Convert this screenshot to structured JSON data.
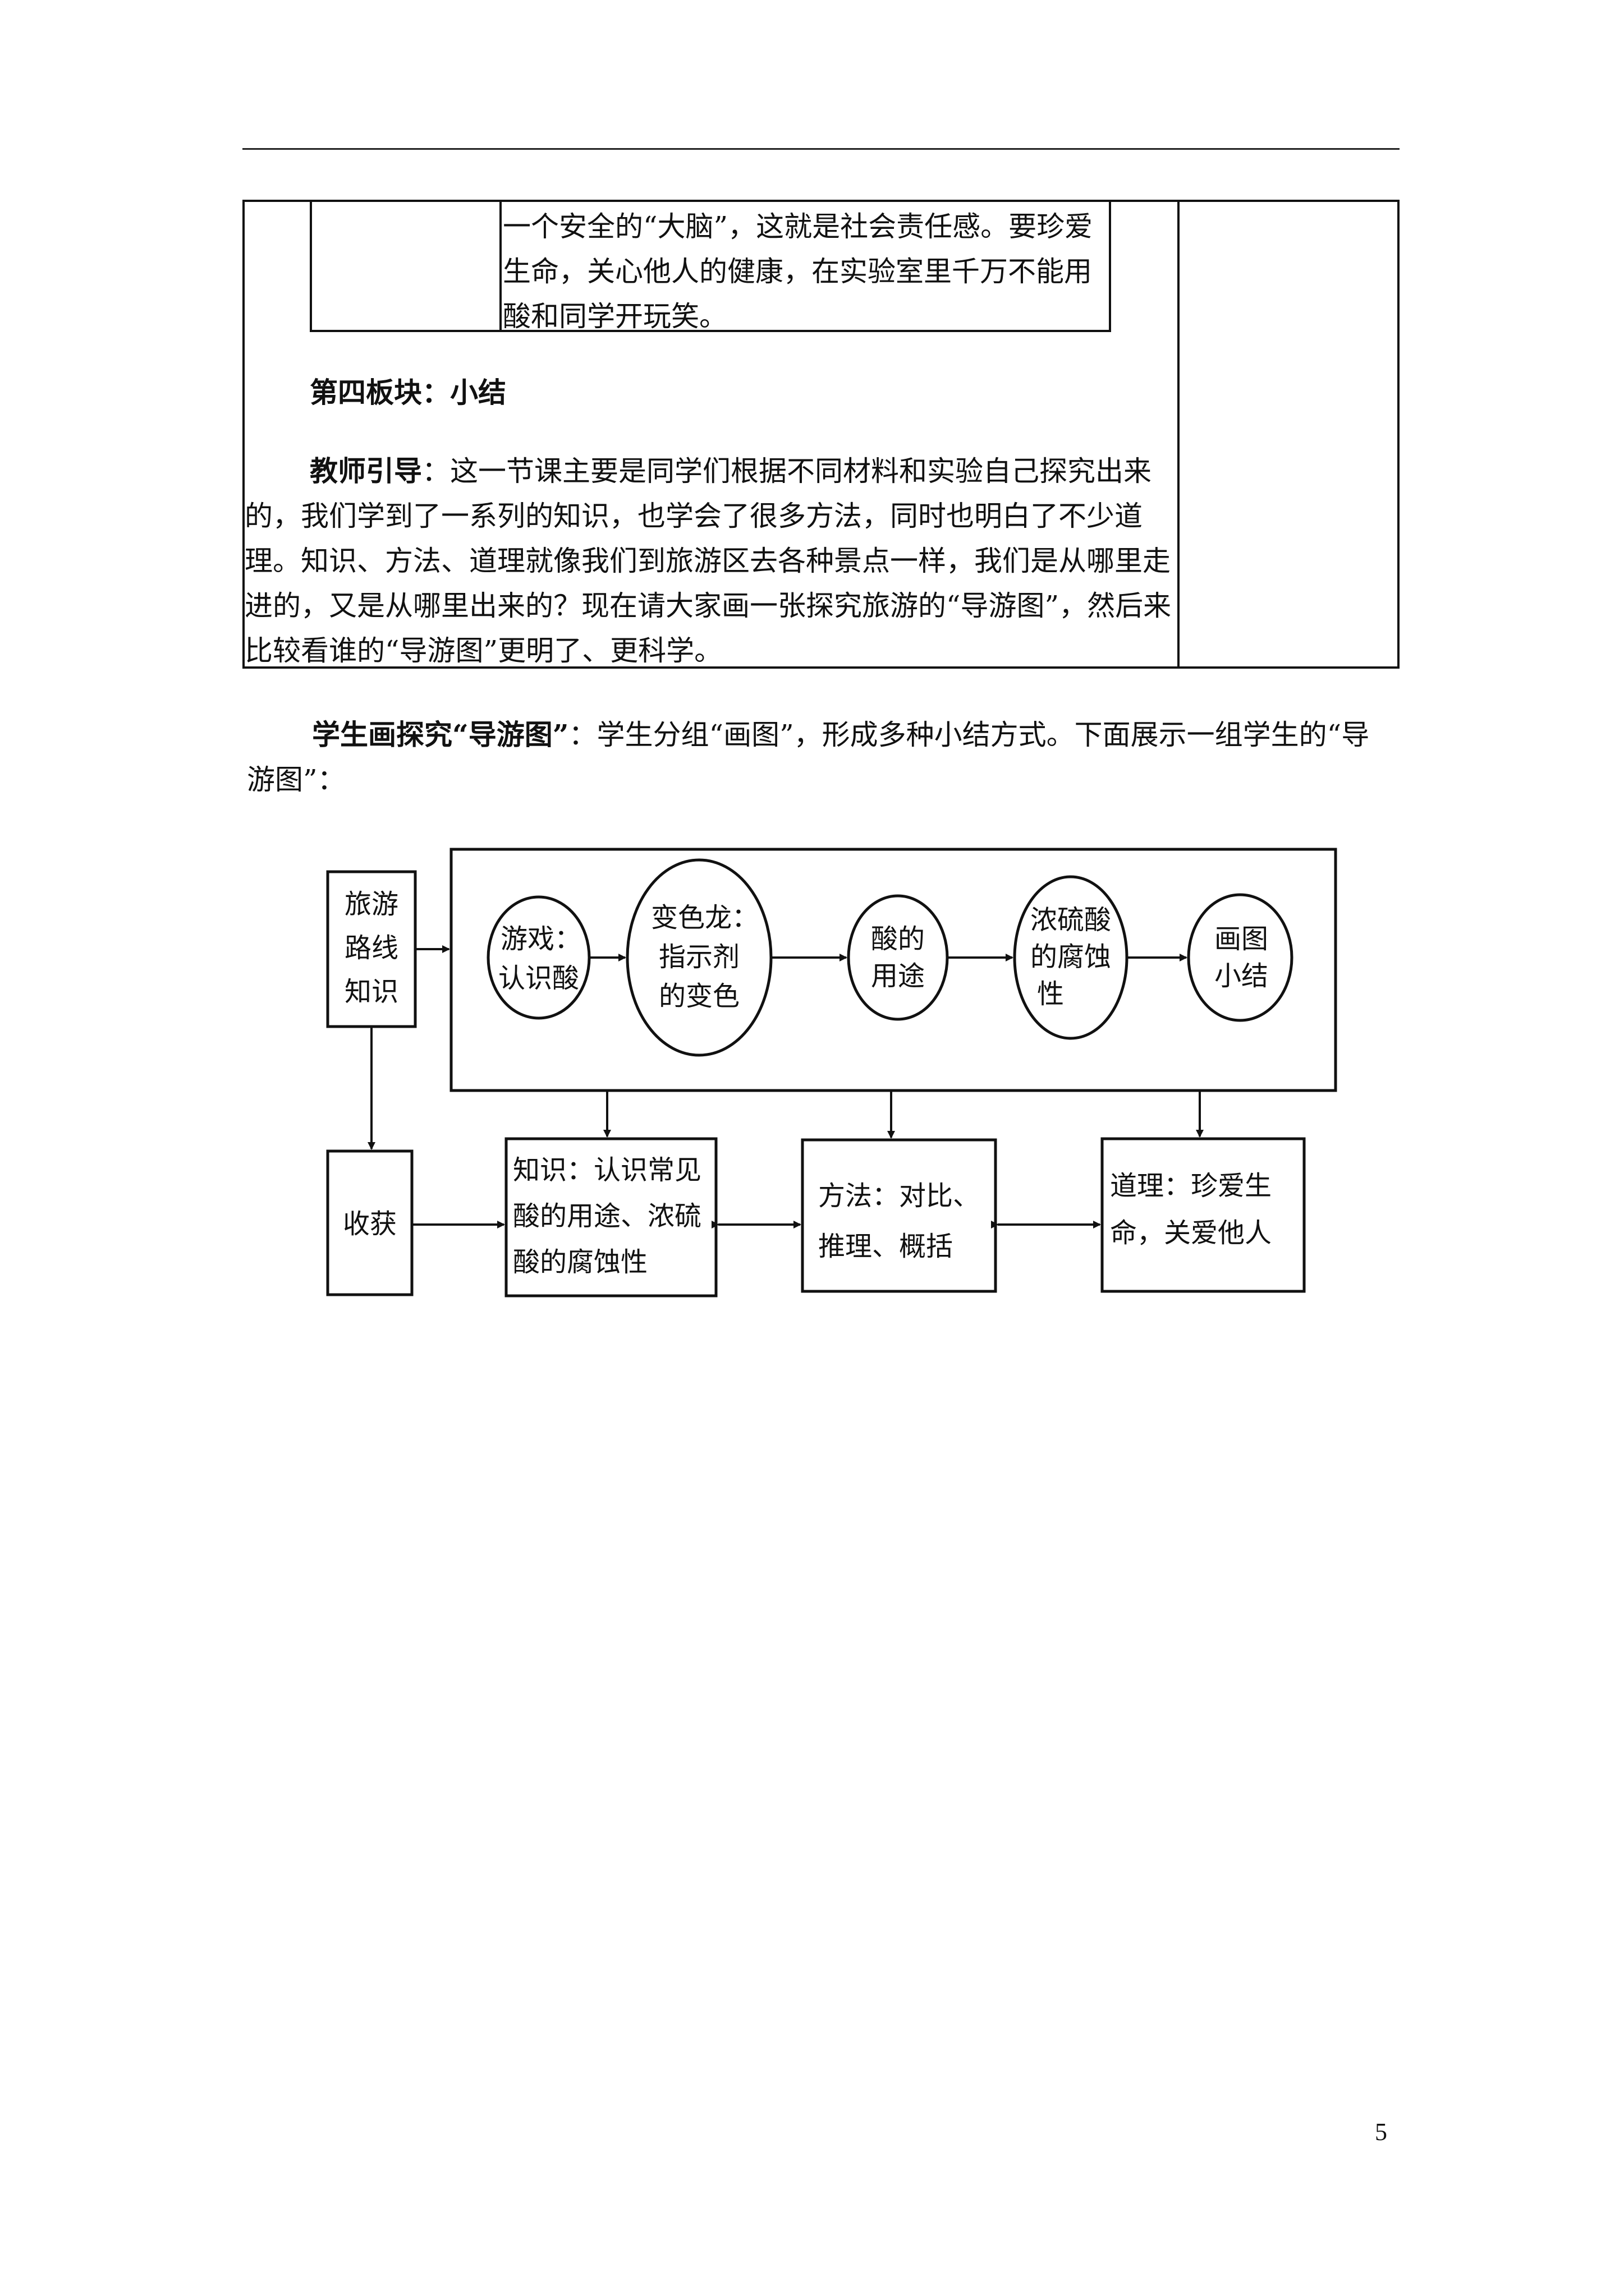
{
  "table": {
    "inner_text": "一个安全的“大脑”，这就是社会责任感。要珍爱生命，关心他人的健康，在实验室里千万不能用酸和同学开玩笑。",
    "section_heading": "第四板块：小结",
    "guide_label": "教师引导",
    "guide_text": "：这一节课主要是同学们根据不同材料和实验自己探究出来的，我们学到了一系列的知识，也学会了很多方法，同时也明白了不少道理。知识、方法、道理就像我们到旅游区去各种景点一样，我们是从哪里走进的，又是从哪里出来的？现在请大家画一张探究旅游的“导游图”，然后来比较看谁的“导游图”更明了、更科学。"
  },
  "student": {
    "label": "学生画探究“导游图”",
    "text": "：学生分组“画图”，形成多种小结方式。下面展示一组学生的“导游图”："
  },
  "diagram": {
    "route_box": [
      "旅游",
      "路线",
      "知识"
    ],
    "gain_box": "收获",
    "steps": [
      {
        "lines": [
          "游戏：",
          "认识酸"
        ]
      },
      {
        "lines": [
          "变色龙：",
          "指示剂",
          "的变色"
        ]
      },
      {
        "lines": [
          "酸的",
          "用途"
        ]
      },
      {
        "lines": [
          "浓硫酸",
          "的腐蚀",
          "性"
        ]
      },
      {
        "lines": [
          "画图",
          "小结"
        ]
      }
    ],
    "knowledge_box": [
      "知识：认识常见",
      "酸的用途、浓硫",
      "酸的腐蚀性"
    ],
    "method_box": [
      "方法：对比、",
      "推理、概括"
    ],
    "principle_box": [
      "道理：珍爱生",
      "命，关爱他人"
    ]
  },
  "page_number": "5"
}
